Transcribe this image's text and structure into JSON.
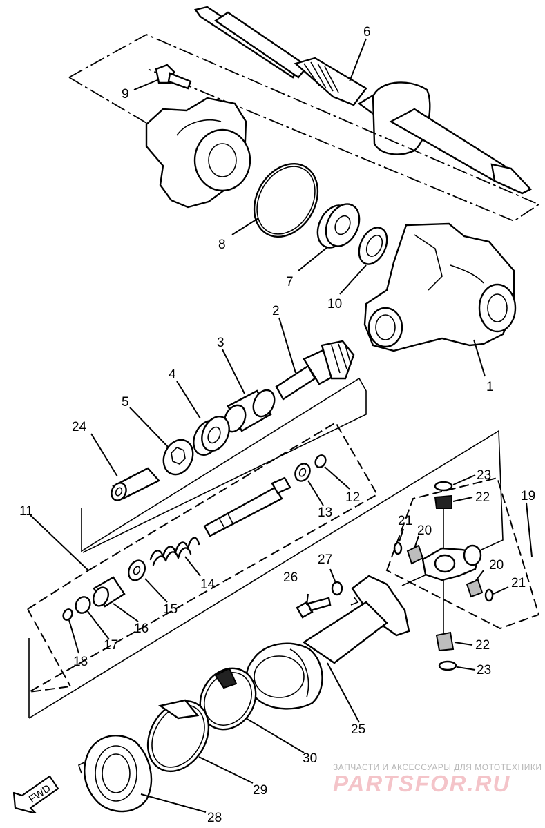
{
  "diagram": {
    "callouts": {
      "c1": "1",
      "c2": "2",
      "c3": "3",
      "c4": "4",
      "c5": "5",
      "c6": "6",
      "c7": "7",
      "c8": "8",
      "c9": "9",
      "c10": "10",
      "c11": "11",
      "c12": "12",
      "c13": "13",
      "c14": "14",
      "c15": "15",
      "c16": "16",
      "c17": "17",
      "c18": "18",
      "c19": "19",
      "c20a": "20",
      "c20b": "20",
      "c21a": "21",
      "c21b": "21",
      "c22a": "22",
      "c22b": "22",
      "c23a": "23",
      "c23b": "23",
      "c24": "24",
      "c25": "25",
      "c26": "26",
      "c27": "27",
      "c28": "28",
      "c29": "29",
      "c30": "30"
    },
    "direction_label": "FWD"
  },
  "watermark": {
    "tagline": "ЗАПЧАСТИ И АКСЕССУАРЫ ДЛЯ МОТОТЕХНИКИ",
    "brand": "PARTSFOR.RU"
  }
}
